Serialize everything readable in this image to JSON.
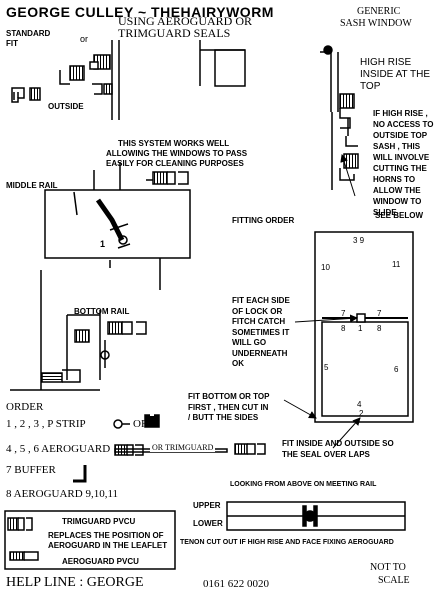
{
  "header": {
    "title": "GEORGE CULLEY ~ THEHAIRYWORM",
    "subtitle_line1": "USING AEROGUARD OR",
    "subtitle_line2": "TRIMGUARD SEALS"
  },
  "standard_fit": {
    "label_line1": "STANDARD",
    "label_line2": "FIT",
    "or_text": "or",
    "outside_text": "OUTSIDE"
  },
  "sash_window": {
    "label_line1": "GENERIC",
    "label_line2": "SASH WINDOW",
    "high_rise_line1": "HIGH RISE",
    "high_rise_line2": "INSIDE AT THE",
    "high_rise_line3": "TOP",
    "note_lines": [
      "IF HIGH RISE ,",
      "NO ACCESS TO",
      "OUTSIDE TOP",
      "SASH , THIS",
      "WILL INVOLVE",
      "CUTTING THE",
      "HORNS TO",
      "ALLOW THE",
      "WINDOW TO",
      "SLIDE"
    ],
    "see_below": "SEE BELOW"
  },
  "middle_rail": {
    "system_note_line1": "THIS SYSTEM WORKS WELL",
    "system_note_line2": "ALLOWING THE WINDOWS TO PASS",
    "system_note_line3": "EASILY FOR CLEANING PURPOSES",
    "label": "MIDDLE RAIL",
    "marker": "1"
  },
  "fitting_order": {
    "title": "FITTING ORDER",
    "numbers": {
      "top": "3 9",
      "left_upper": "10",
      "right_upper": "11",
      "rail_left": "7",
      "rail_right": "7",
      "rail_lower_left": "8",
      "rail_center": "1",
      "rail_lower_right": "8",
      "left_lower": "5",
      "right_lower": "6",
      "bottom_a": "4",
      "bottom_b": "2"
    },
    "lock_note": [
      "FIT EACH SIDE",
      "OF LOCK OR",
      "FITCH CATCH",
      "SOMETIMES IT",
      "WILL GO",
      "UNDERNEATH",
      "OK"
    ],
    "bottom_top_note": [
      "FIT BOTTOM OR TOP",
      "FIRST , THEN CUT IN",
      "/ BUTT THE SIDES"
    ],
    "inside_outside_note": [
      "FIT INSIDE AND OUTSIDE SO",
      "THE SEAL OVER LAPS"
    ]
  },
  "bottom_rail": {
    "label": "BOTTOM RAIL"
  },
  "order": {
    "heading": "ORDER",
    "row1_text": "1 , 2 , 3 , P STRIP",
    "row1_or": "OR",
    "row2_text": "4 , 5 , 6  AEROGUARD",
    "row2_or": "OR TRIMGUARD",
    "row3_text": "7  BUFFER",
    "row4_text": "8  AEROGUARD  9,10,11"
  },
  "meeting_rail": {
    "caption": "LOOKING FROM ABOVE ON MEETING RAIL",
    "upper": "UPPER",
    "lower": "LOWER",
    "tenon_note": "TENON CUT OUT IF HIGH RISE AND FACE FIXING AEROGUARD"
  },
  "legend": {
    "trimguard": "TRIMGUARD PVCU",
    "replaces_line1": "REPLACES THE POSITION OF",
    "replaces_line2": "AEROGUARD IN THE LEAFLET",
    "aeroguard": "AEROGUARD PVCU"
  },
  "footer": {
    "helpline": "HELP LINE : GEORGE",
    "phone": "0161  622  0020",
    "not_to_scale_line1": "NOT TO",
    "not_to_scale_line2": "SCALE"
  }
}
